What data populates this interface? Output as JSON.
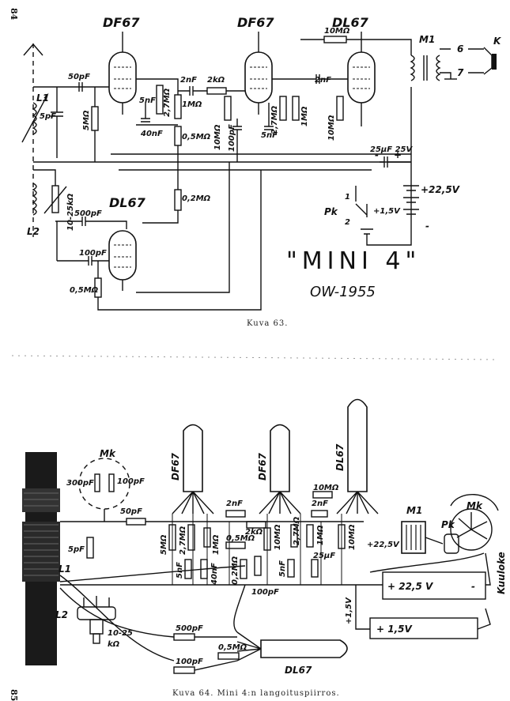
{
  "page_numbers": {
    "top": "84",
    "bottom": "85"
  },
  "fig63": {
    "caption": "Kuva 63.",
    "title": "\"MINI 4\"",
    "subtitle": "OW-1955",
    "tubes": [
      "DF67",
      "DF67",
      "DL67",
      "DL67"
    ],
    "labels": {
      "c50pF": "50pF",
      "c5pF": "5pF",
      "r5M": "5MΩ",
      "l1": "L1",
      "l2": "L2",
      "c5nF": "5nF",
      "r27M": "2,7MΩ",
      "c40nF": "40nF",
      "c2nF_a": "2nF",
      "r2k": "2kΩ",
      "r1M": "1MΩ",
      "r05M": "0,5MΩ",
      "r10M_a": "10MΩ",
      "c100pF_a": "100pF",
      "c5nF_b": "5nF",
      "r27M_b": "2,7MΩ",
      "r1M_b": "1MΩ",
      "c2nF_b": "2nF",
      "r10M_b": "10MΩ",
      "r10M_top": "10MΩ",
      "m1": "M1",
      "k": "K",
      "p6": "6",
      "p7": "7",
      "c25uF": "25μF 25V",
      "plus": "+",
      "minus": "-",
      "v225": "+22,5V",
      "v15": "+1,5V",
      "pk": "Pk",
      "p1": "1",
      "p2": "2",
      "r02M": "0,2MΩ",
      "r10_25k": "10-25kΩ",
      "c500pF": "500pF",
      "c100pF_b": "100pF",
      "r05M_b": "0,5MΩ"
    }
  },
  "fig64": {
    "caption": "Kuva 64. Mini 4:n langoituspiirros.",
    "tubes": [
      "DF67",
      "DF67",
      "DL67",
      "DL67"
    ],
    "labels": {
      "mk": "Mk",
      "c300pF": "300pF",
      "c100pF": "100pF",
      "c50pF": "50pF",
      "c5pF": "5pF",
      "l1": "L1",
      "l2": "L2",
      "r10_25k": "10-25",
      "kohm": "kΩ",
      "c2nF_a": "2nF",
      "r5M": "5MΩ",
      "r27M": "2,7MΩ",
      "r1M": "1MΩ",
      "r2k": "2kΩ",
      "r10M_a": "10MΩ",
      "r05M": "0,5MΩ",
      "c5nF": "5nF",
      "c40nF": "40nF",
      "r02M": "0,2MΩ",
      "c100pF_b": "100pF",
      "r10M_top": "10MΩ",
      "c2nF_b": "2nF",
      "r27M_b": "2,7MΩ",
      "r1M_b": "1MΩ",
      "c5nF_b": "5nF",
      "c25uF": "25μF",
      "r10M_b": "10MΩ",
      "v225_a": "+22,5V",
      "m1": "M1",
      "mk2": "Mk",
      "pk": "Pk",
      "kuuloke": "Kuuloke",
      "v225_b": "+ 22,5 V",
      "minus": "-",
      "plus15": "+1,5V",
      "v15": "+ 1,5V",
      "c500pF": "500pF",
      "c100pF_c": "100pF",
      "r05M_b": "0,5MΩ"
    }
  }
}
